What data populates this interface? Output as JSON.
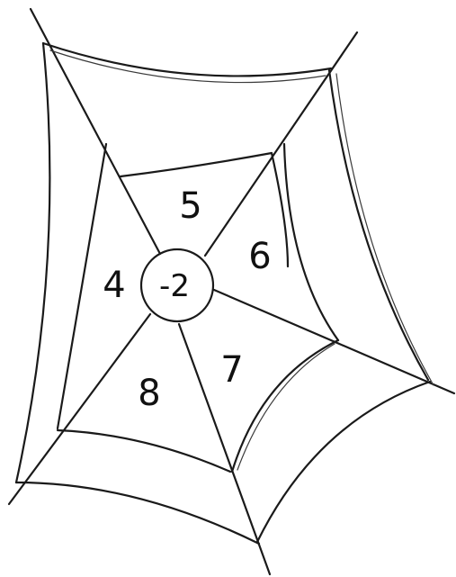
{
  "diagram": {
    "center": {
      "value": "-2"
    },
    "regions": [
      {
        "label": "5"
      },
      {
        "label": "6"
      },
      {
        "label": "7"
      },
      {
        "label": "8"
      },
      {
        "label": "4"
      }
    ]
  }
}
